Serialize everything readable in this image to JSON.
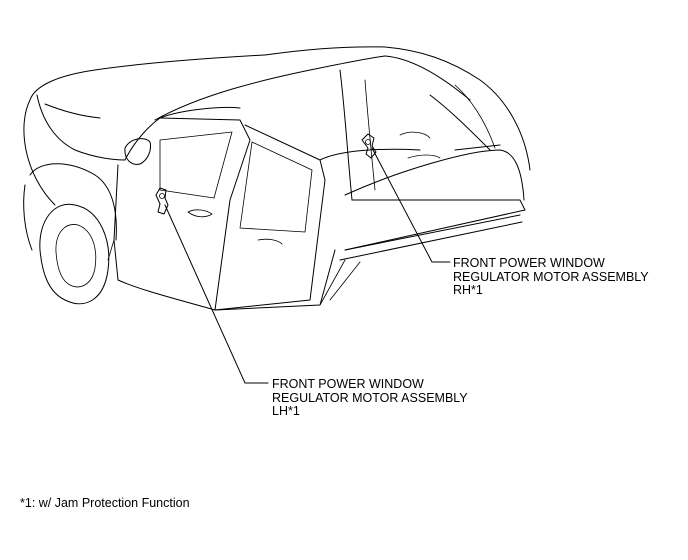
{
  "callouts": {
    "rh": {
      "line1": "FRONT POWER WINDOW",
      "line2": "REGULATOR MOTOR ASSEMBLY",
      "line3": "RH*1"
    },
    "lh": {
      "line1": "FRONT POWER WINDOW",
      "line2": "REGULATOR MOTOR ASSEMBLY",
      "line3": "LH*1"
    }
  },
  "footnote": "*1: w/ Jam Protection Function"
}
